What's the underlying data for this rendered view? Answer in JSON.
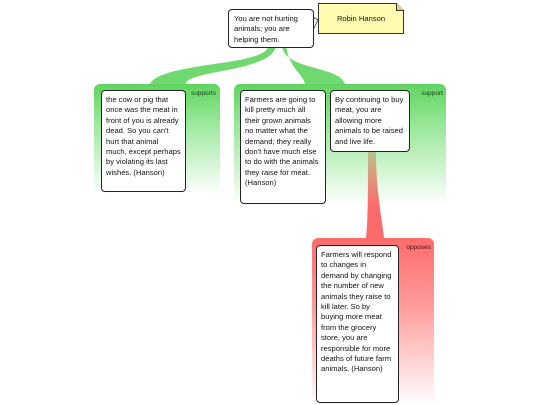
{
  "root": {
    "text": "You are not hurting animals; you are helping them."
  },
  "note": {
    "author": "Robin Hanson"
  },
  "groups": [
    {
      "label": "supports",
      "color": "#5fd45f"
    },
    {
      "label": "support",
      "color": "#5fd45f"
    },
    {
      "label": "opposes",
      "color": "#ff6b6b"
    }
  ],
  "reasons": [
    {
      "text": "the cow or pig that once was the meat in front of you is already dead. So you can't hurt that animal much, except perhaps by violating its last wishes. (Hanson)"
    },
    {
      "text": "Farmers are going to kill pretty much all their grown animals no matter what the demand; they really don't have much else to do with the animals they raise for meat. (Hanson)"
    },
    {
      "text": "By continuing to buy meat, you are allowing more animals to be raised and live life."
    }
  ],
  "objection": {
    "text": "Farmers will respond to changes in demand by changing the number of new animals they raise to kill later. So by buying more meat from the grocery store, you are responsible for more deaths of future farm animals. (Hanson)"
  }
}
